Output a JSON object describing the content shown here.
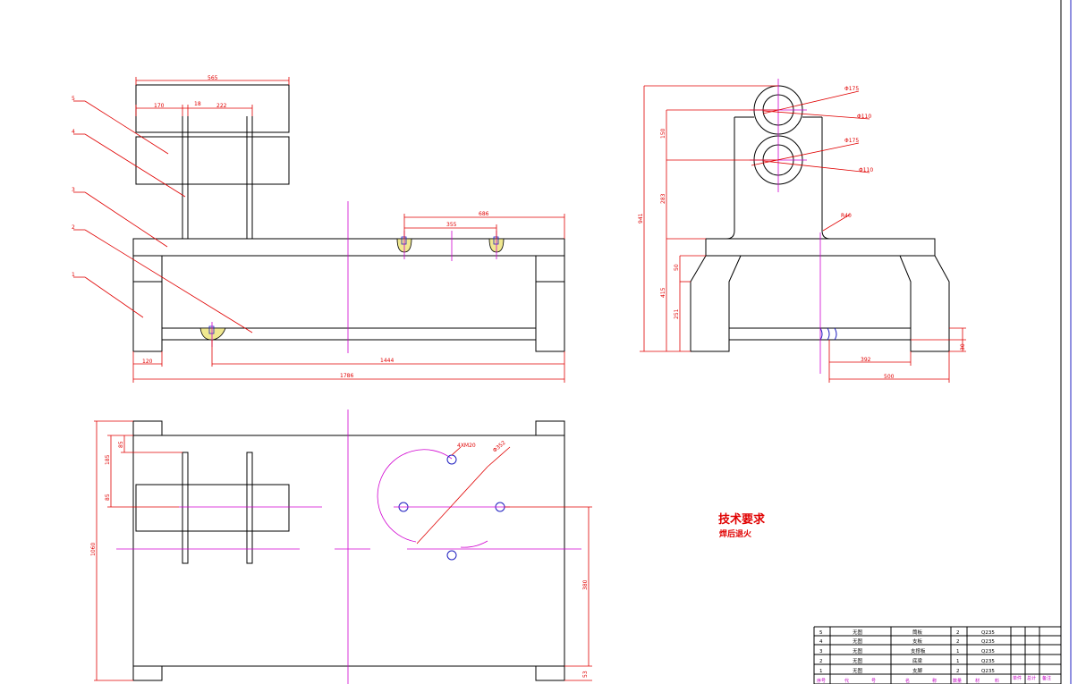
{
  "dims": {
    "d565": "565",
    "d170": "170",
    "d18": "18",
    "d222": "222",
    "d686": "686",
    "d355": "355",
    "d120": "120",
    "d1444": "1444",
    "d1786": "1786",
    "d150": "150",
    "d283": "283",
    "d941": "941",
    "d415": "415",
    "d50": "50",
    "d251": "251",
    "d392": "392",
    "d500": "500",
    "d30": "30",
    "phi175a": "Φ175",
    "phi110a": "Φ110",
    "phi175b": "Φ175",
    "phi110b": "Φ110",
    "r40": "R40",
    "d85a": "85",
    "d185": "185",
    "d85b": "85",
    "d1060": "1060",
    "holes": "4XM20",
    "pcd": "Φ352",
    "d380": "380",
    "d53": "53"
  },
  "balloons": [
    "5",
    "4",
    "3",
    "2",
    "1"
  ],
  "tech": {
    "title": "技术要求",
    "item": "焊后退火"
  },
  "title_block": {
    "rows": [
      [
        "5",
        "无图",
        "筒板",
        "2",
        "Q235"
      ],
      [
        "4",
        "无图",
        "支板",
        "2",
        "Q235"
      ],
      [
        "3",
        "无图",
        "支撑板",
        "1",
        "Q235"
      ],
      [
        "2",
        "无图",
        "底梁",
        "1",
        "Q235"
      ],
      [
        "1",
        "无图",
        "支脚",
        "2",
        "Q235"
      ]
    ],
    "header": [
      "序号",
      "代",
      "号",
      "名",
      "称",
      "数量",
      "材",
      "料",
      "单件",
      "总计",
      "备注"
    ]
  }
}
